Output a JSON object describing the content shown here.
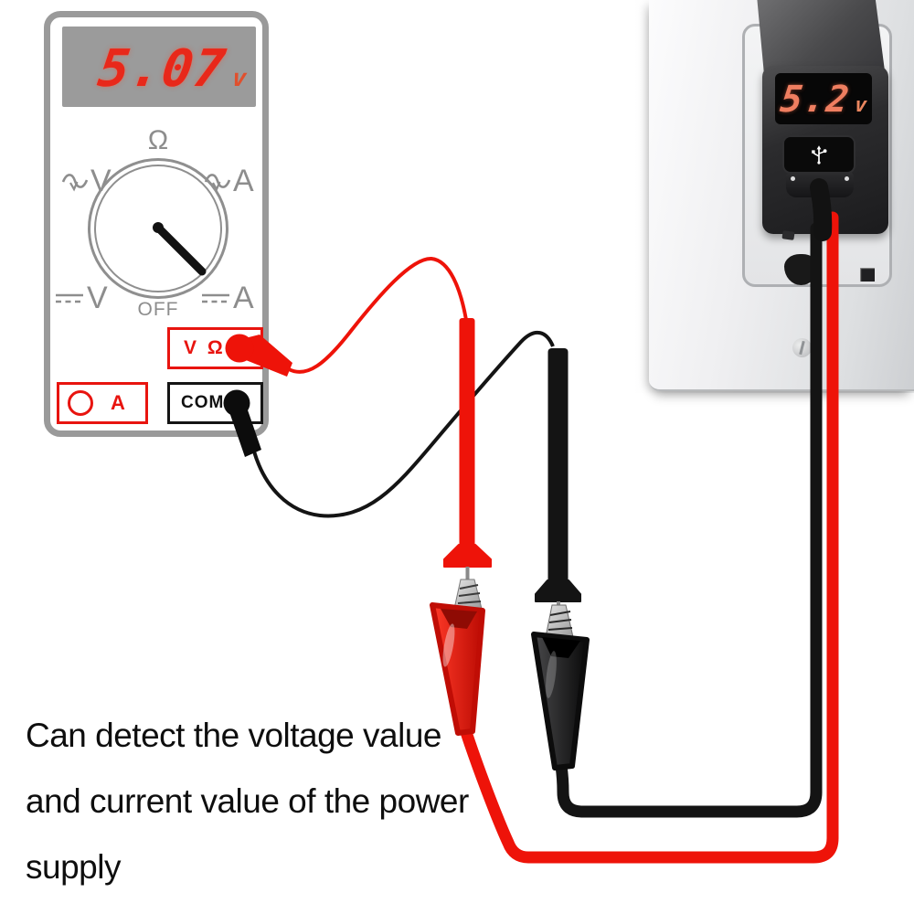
{
  "caption": {
    "line1": "Can detect the voltage value",
    "line2": "and current value of the power",
    "line3": "supply"
  },
  "multimeter": {
    "display": {
      "value": "5.07",
      "unit": "v"
    },
    "dial": {
      "ohm": "Ω",
      "ac_volts": "V",
      "ac_amps": "A",
      "dc_volts": "V",
      "dc_amps": "A",
      "off": "OFF"
    },
    "jacks": {
      "volt_ohm": "V Ω",
      "com": "COM",
      "amp": "A"
    }
  },
  "charger": {
    "display": {
      "value": "5.2",
      "unit": "v"
    }
  },
  "colors": {
    "lead_red": "#ee1309",
    "lead_black": "#141414",
    "meter_border_gray": "#9a9a9a",
    "meter_display_bg": "#9b9b9b",
    "meter_digit_red": "#e8281a",
    "charger_digit_orange": "#ef7e60",
    "jack_red": "#e8140f"
  }
}
